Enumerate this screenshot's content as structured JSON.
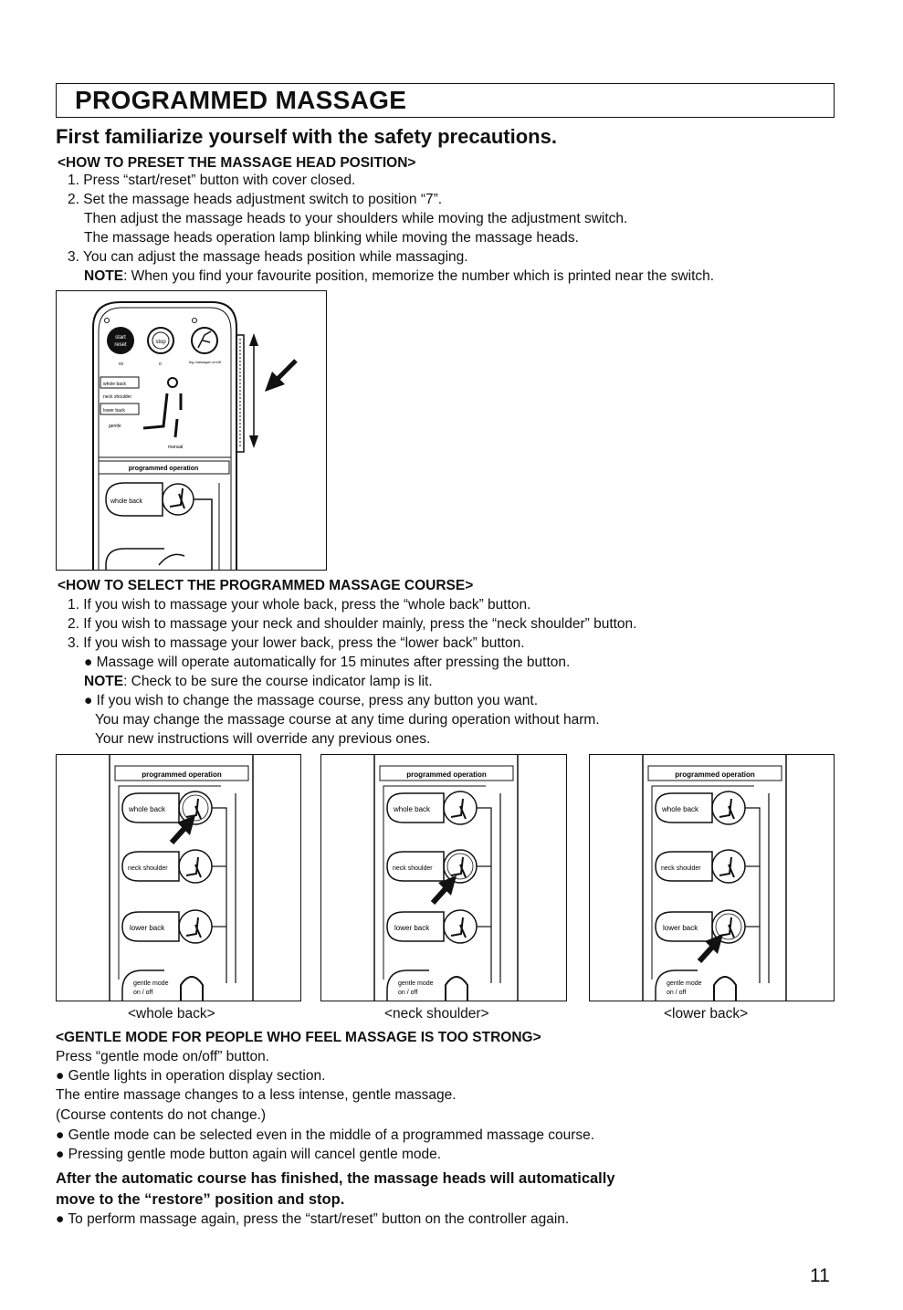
{
  "title": "PROGRAMMED MASSAGE",
  "subtitle": "First familiarize yourself with the safety precautions.",
  "preset": {
    "heading": "<HOW TO PRESET THE MASSAGE HEAD POSITION>",
    "step1": "1. Press “start/reset” button with cover closed.",
    "step2": "2. Set the massage heads adjustment switch to position “7”.",
    "step2_line2": "Then adjust the massage heads to your shoulders while moving the adjustment switch.",
    "step2_line3": "The massage heads operation lamp blinking while moving the massage heads.",
    "step3": "3. You can adjust the massage heads position while massaging.",
    "note_label": "NOTE",
    "note_text": ": When you find your favourite position, memorize the number which is printed near the switch."
  },
  "controller": {
    "start_label": "start",
    "reset_label": "reset",
    "stop_label": "stop",
    "programmed_operation": "programmed operation",
    "whole_back": "whole back",
    "neck_shoulder": "neck shoulder",
    "lower_back": "lower back",
    "gentle": "gentle",
    "manual": "manual",
    "vs": "vs",
    "leg": "leg massager on/off"
  },
  "select": {
    "heading": "<HOW TO SELECT THE PROGRAMMED MASSAGE COURSE>",
    "step1": "1. If you wish to massage your whole back, press the “whole back” button.",
    "step2": "2. If you wish to massage your neck and shoulder mainly, press the “neck shoulder” button.",
    "step3": "3. If you wish to massage your lower back, press the “lower back” button.",
    "bullet1": "● Massage will operate automatically for 15 minutes after pressing the button.",
    "note_label": "NOTE",
    "note_text": ": Check to be sure the course indicator lamp is lit.",
    "bullet2": "● If you wish to change the massage course, press any button you want.",
    "line_a": "You may change the massage course at any time during operation without harm.",
    "line_b": "Your new instructions will override any previous ones."
  },
  "panels": {
    "programmed_operation": "programmed operation",
    "whole_back": "whole back",
    "neck_shoulder": "neck shoulder",
    "lower_back": "lower back",
    "gentle_mode": "gentle mode",
    "on_off": "on / off"
  },
  "captions": {
    "whole": "<whole back>",
    "neck": "<neck shoulder>",
    "lower": "<lower back>"
  },
  "gentle": {
    "heading": "<GENTLE MODE FOR PEOPLE WHO FEEL MASSAGE IS TOO STRONG>",
    "line1": "Press “gentle mode on/off” button.",
    "bullet1": "● Gentle lights in operation display section.",
    "line2": "The entire massage changes to a less intense, gentle massage.",
    "line3": "(Course contents do not change.)",
    "bullet2": "● Gentle mode can be selected even in the middle of a programmed massage course.",
    "bullet3": "● Pressing gentle mode button again will cancel gentle mode."
  },
  "after": {
    "line1": "After the automatic course has finished, the massage heads will automatically",
    "line2": "move to the “restore” position and stop.",
    "bullet": "● To perform massage again, press the “start/reset” button on the controller again."
  },
  "page_number": "11"
}
